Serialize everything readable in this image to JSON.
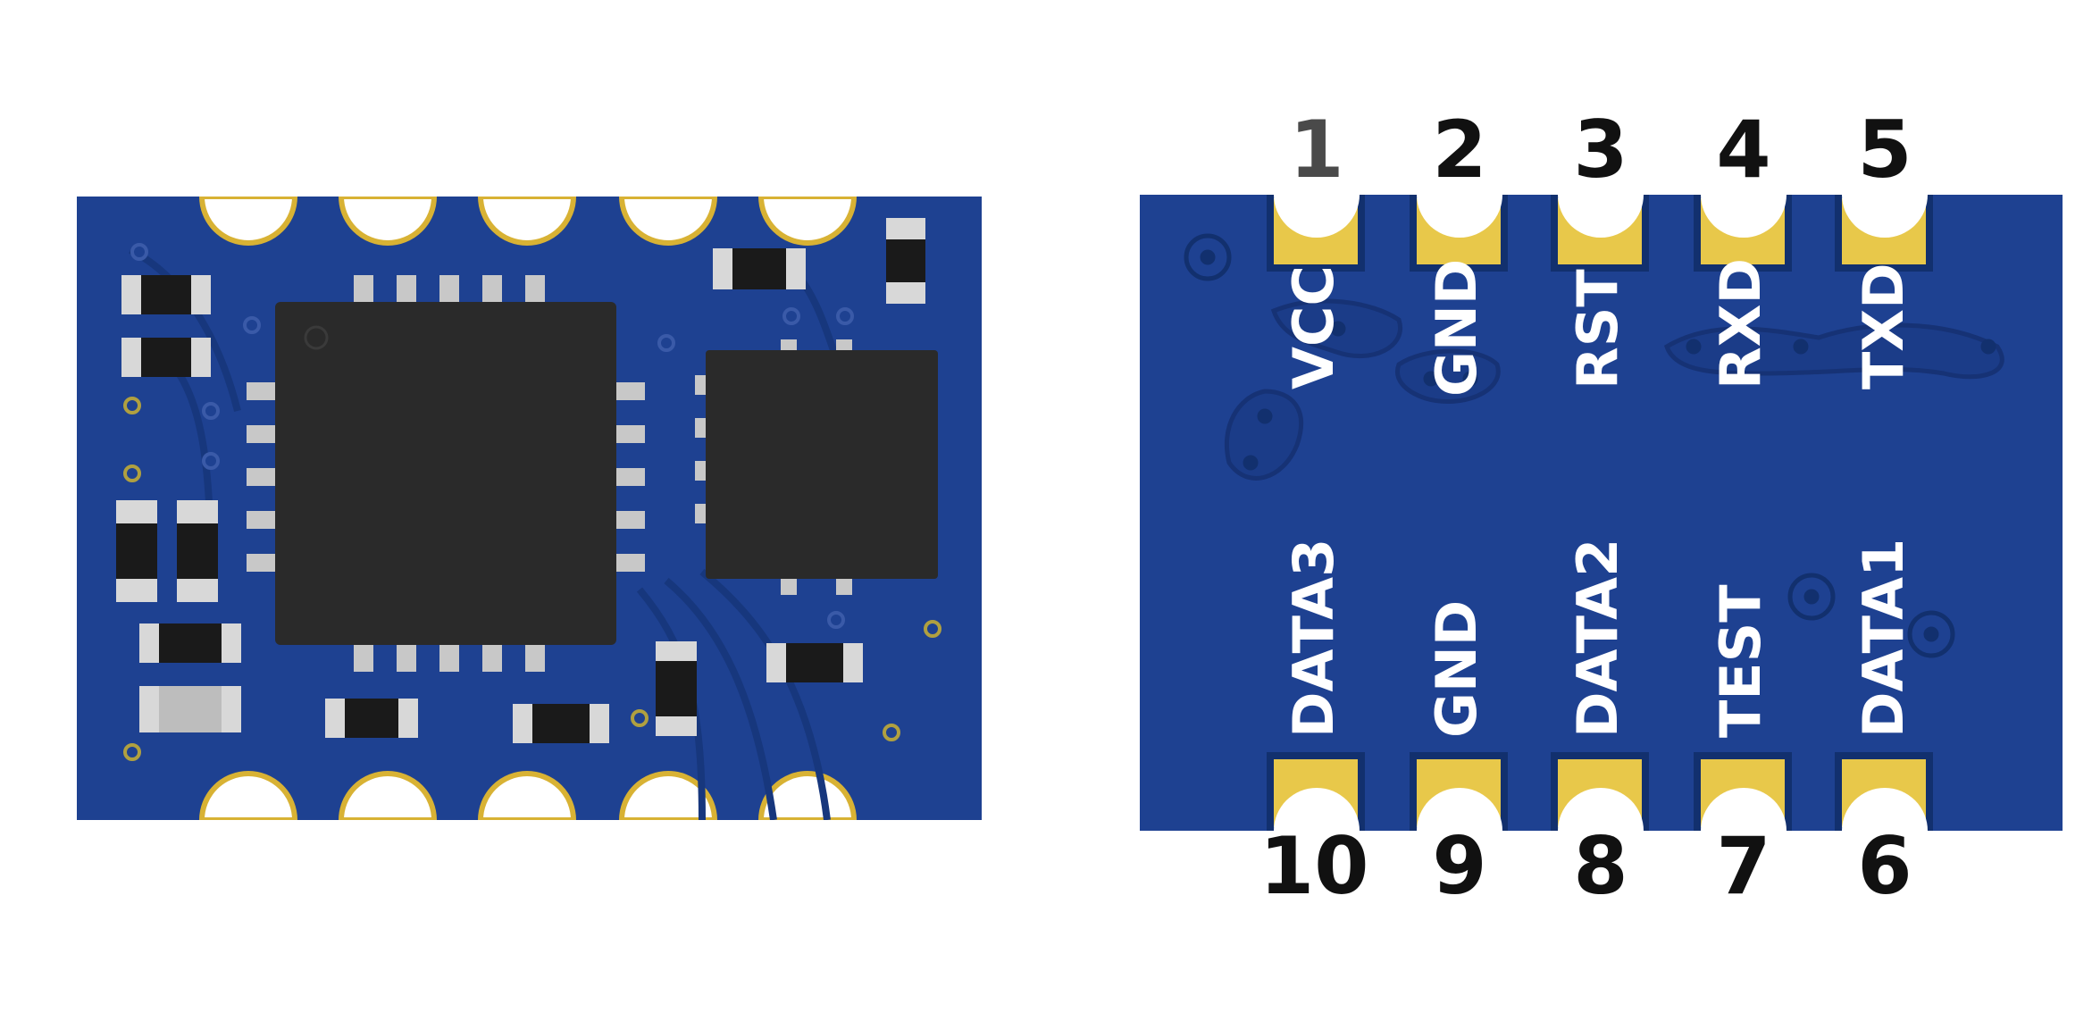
{
  "colors": {
    "pcb": "#1e4191",
    "gold_pad": "#e8c84a",
    "chip": "#2a2a2a",
    "silk": "#ffffff"
  },
  "pins": [
    {
      "number": "1",
      "label": "VCC"
    },
    {
      "number": "2",
      "label": "GND"
    },
    {
      "number": "3",
      "label": "RST"
    },
    {
      "number": "4",
      "label": "RXD"
    },
    {
      "number": "5",
      "label": "TXD"
    },
    {
      "number": "6",
      "label": "DATA1"
    },
    {
      "number": "7",
      "label": "TEST"
    },
    {
      "number": "8",
      "label": "DATA2"
    },
    {
      "number": "9",
      "label": "GND"
    },
    {
      "number": "10",
      "label": "DATA3"
    }
  ]
}
